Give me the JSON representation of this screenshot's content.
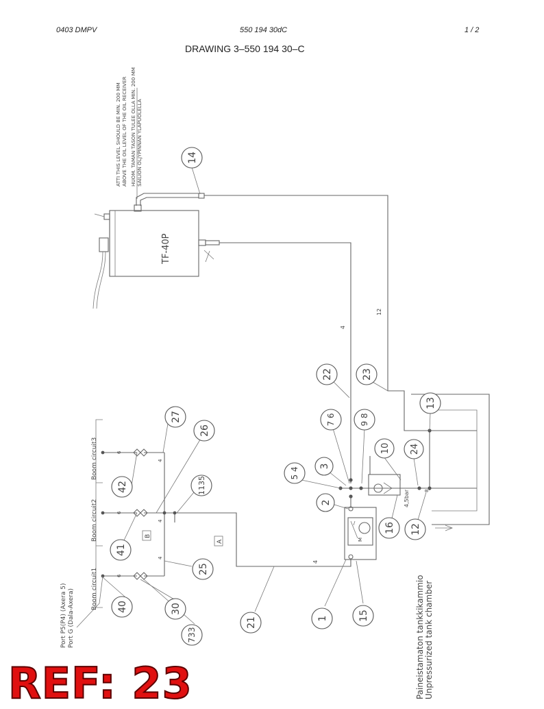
{
  "header": {
    "left": "0403 DMPV",
    "center": "550 194 30dC",
    "right": "1 /  2"
  },
  "title": "DRAWING 3–550 194 30–C",
  "notes": {
    "line1": "ATTI THIS LEVEL SHOULD BE MIN. 200 MM",
    "line2": "ABOVE THE OIL LEVEL OF THE OIL RECEIVER",
    "line3": "HUOM.  TAMAN TASON TULEE OLLA MIN. 200 MM",
    "line4": "SAILION OLJYPINNAN YLAPUOLELLA"
  },
  "tank_label": "TF-40P",
  "line_sizes": {
    "l12": "12",
    "l4_vertical": "4",
    "l4_bottom": "4",
    "l6_a": "6",
    "l6_b": "6",
    "l6_c": "6",
    "l4_a": "4",
    "l4_b": "4",
    "l4_c": "4",
    "l8": "8"
  },
  "circuits": {
    "c1": "Boom circuit1",
    "c2": "Boom circuit2",
    "c3": "Boom circuit3"
  },
  "ports": {
    "p1": "Port P5(P4) (Axera 5)",
    "p2": "Port G (Dala-Axera)"
  },
  "box_labels": {
    "a": "A",
    "b": "B"
  },
  "valve_label": "4,5bar",
  "chamber": {
    "fi": "Paineistamaton tankkikammio",
    "en": "Unpressurized tank chamber"
  },
  "bubbles": {
    "b14": "14",
    "b22": "22",
    "b23": "23",
    "b13": "13",
    "b27": "27",
    "b26": "26",
    "b76": "7 6",
    "b98": "9 8",
    "b54": "5 4",
    "b3": "3",
    "b10": "10",
    "b24": "24",
    "b42": "42",
    "b1135": "1135",
    "b2": "2",
    "b16": "16",
    "b12": "12",
    "b41": "41",
    "b25": "25",
    "b40": "40",
    "b30": "30",
    "b733": "733",
    "b21": "21",
    "b1": "1",
    "b15": "15"
  },
  "ref_label": "REF: 23"
}
